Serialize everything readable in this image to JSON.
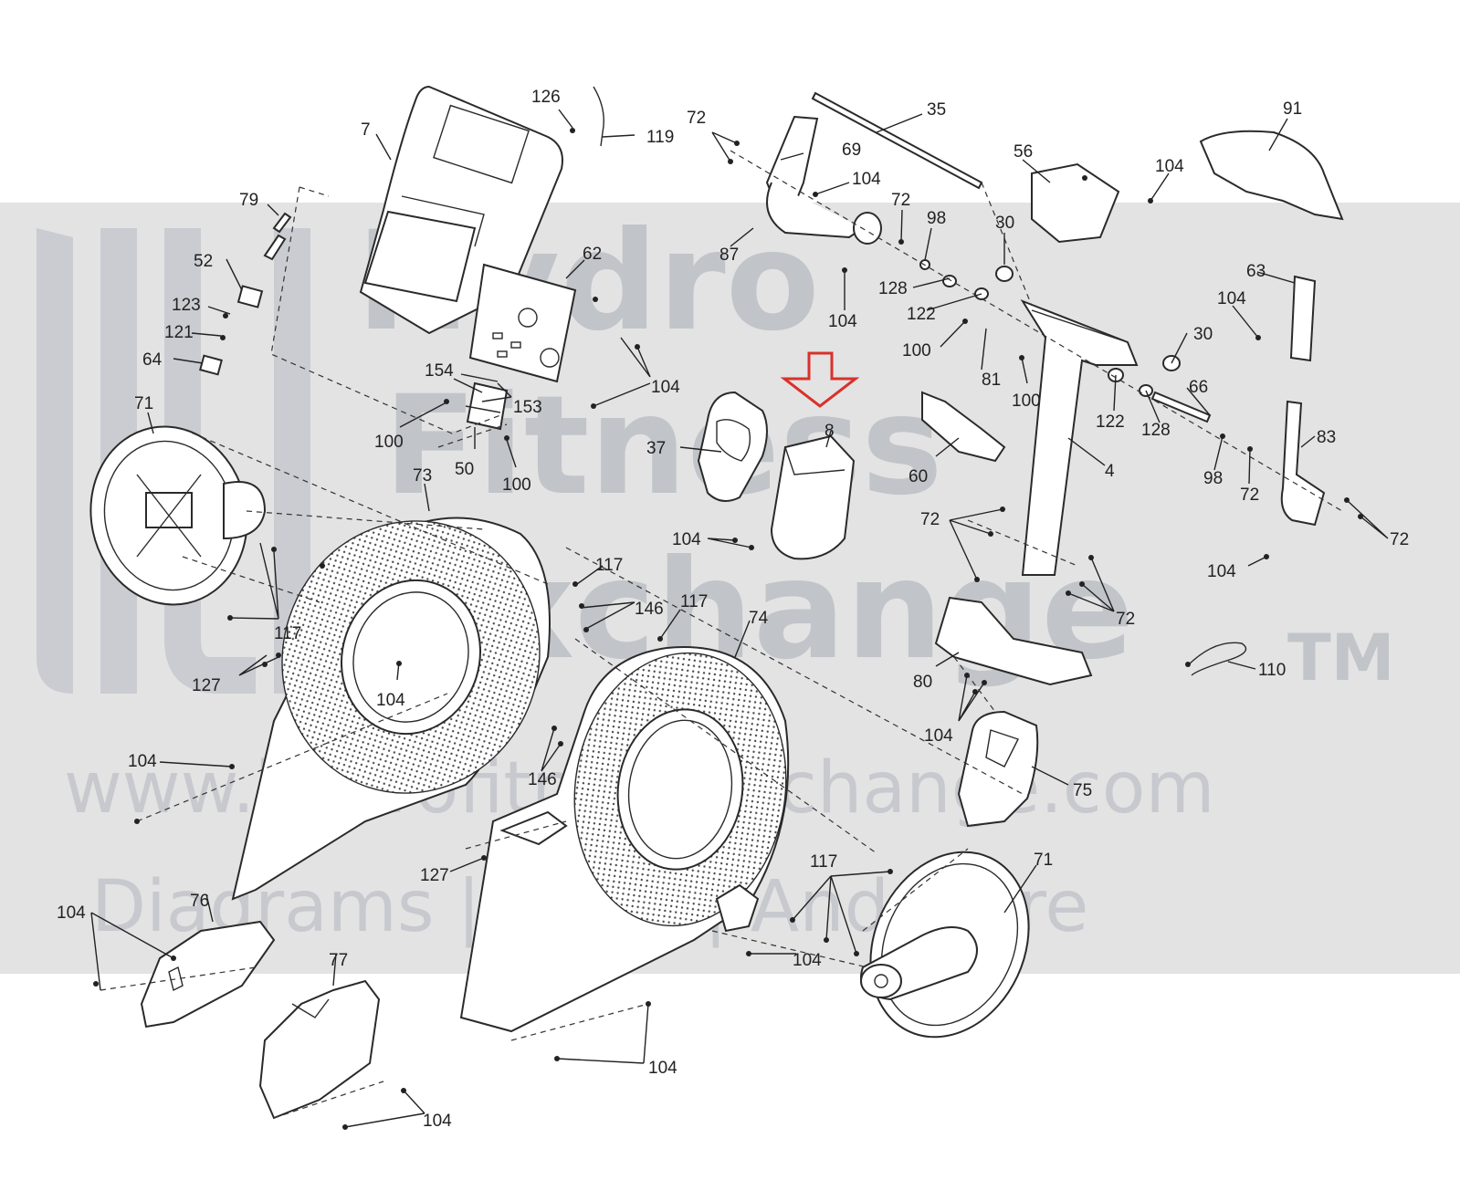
{
  "watermark": {
    "brand_line1": "Hydro",
    "brand_line2": "Fitness",
    "brand_line3": "Exchange",
    "trademark": "TM",
    "website": "www.hydrofitnessexchange.com",
    "tagline": "Diagrams | Parts | And More"
  },
  "highlight": {
    "target_label": "8",
    "arrow_color": "#d9312b"
  },
  "colors": {
    "band": "#e3e3e3",
    "line": "#2a2a2a"
  },
  "labels": [
    {
      "id": "L126",
      "text": "126"
    },
    {
      "id": "L119",
      "text": "119"
    },
    {
      "id": "L7",
      "text": "7"
    },
    {
      "id": "L79",
      "text": "79"
    },
    {
      "id": "L52",
      "text": "52"
    },
    {
      "id": "L123",
      "text": "123"
    },
    {
      "id": "L121",
      "text": "121"
    },
    {
      "id": "L64",
      "text": "64"
    },
    {
      "id": "L62",
      "text": "62"
    },
    {
      "id": "L104a",
      "text": "104"
    },
    {
      "id": "L154",
      "text": "154"
    },
    {
      "id": "L153",
      "text": "153"
    },
    {
      "id": "L100a",
      "text": "100"
    },
    {
      "id": "L50",
      "text": "50"
    },
    {
      "id": "L100b",
      "text": "100"
    },
    {
      "id": "L71a",
      "text": "71"
    },
    {
      "id": "L73",
      "text": "73"
    },
    {
      "id": "L117a",
      "text": "117"
    },
    {
      "id": "L127a",
      "text": "127"
    },
    {
      "id": "L104b",
      "text": "104"
    },
    {
      "id": "L117b",
      "text": "117"
    },
    {
      "id": "L146a",
      "text": "146"
    },
    {
      "id": "L117c",
      "text": "117"
    },
    {
      "id": "L146b",
      "text": "146"
    },
    {
      "id": "L104c",
      "text": "104"
    },
    {
      "id": "L127b",
      "text": "127"
    },
    {
      "id": "L76",
      "text": "76"
    },
    {
      "id": "L104d",
      "text": "104"
    },
    {
      "id": "L77",
      "text": "77"
    },
    {
      "id": "L104e",
      "text": "104"
    },
    {
      "id": "L74",
      "text": "74"
    },
    {
      "id": "L104f",
      "text": "104"
    },
    {
      "id": "L104g",
      "text": "104"
    },
    {
      "id": "L117d",
      "text": "117"
    },
    {
      "id": "L71b",
      "text": "71"
    },
    {
      "id": "L72a",
      "text": "72"
    },
    {
      "id": "L69",
      "text": "69"
    },
    {
      "id": "L35",
      "text": "35"
    },
    {
      "id": "L104h",
      "text": "104"
    },
    {
      "id": "L87",
      "text": "87"
    },
    {
      "id": "L104i",
      "text": "104"
    },
    {
      "id": "L72b",
      "text": "72"
    },
    {
      "id": "L98a",
      "text": "98"
    },
    {
      "id": "L128a",
      "text": "128"
    },
    {
      "id": "L122a",
      "text": "122"
    },
    {
      "id": "L100c",
      "text": "100"
    },
    {
      "id": "L81",
      "text": "81"
    },
    {
      "id": "L100d",
      "text": "100"
    },
    {
      "id": "L56",
      "text": "56"
    },
    {
      "id": "L30a",
      "text": "30"
    },
    {
      "id": "L8",
      "text": "8"
    },
    {
      "id": "L37",
      "text": "37"
    },
    {
      "id": "L104j",
      "text": "104"
    },
    {
      "id": "L60",
      "text": "60"
    },
    {
      "id": "L4",
      "text": "4"
    },
    {
      "id": "L72c",
      "text": "72"
    },
    {
      "id": "L72d",
      "text": "72"
    },
    {
      "id": "L80",
      "text": "80"
    },
    {
      "id": "L104k",
      "text": "104"
    },
    {
      "id": "L75",
      "text": "75"
    },
    {
      "id": "L91",
      "text": "91"
    },
    {
      "id": "L104l",
      "text": "104"
    },
    {
      "id": "L63",
      "text": "63"
    },
    {
      "id": "L104m",
      "text": "104"
    },
    {
      "id": "L30b",
      "text": "30"
    },
    {
      "id": "L122b",
      "text": "122"
    },
    {
      "id": "L128b",
      "text": "128"
    },
    {
      "id": "L66",
      "text": "66"
    },
    {
      "id": "L83",
      "text": "83"
    },
    {
      "id": "L98b",
      "text": "98"
    },
    {
      "id": "L72e",
      "text": "72"
    },
    {
      "id": "L72f",
      "text": "72"
    },
    {
      "id": "L104n",
      "text": "104"
    },
    {
      "id": "L110",
      "text": "110"
    }
  ]
}
